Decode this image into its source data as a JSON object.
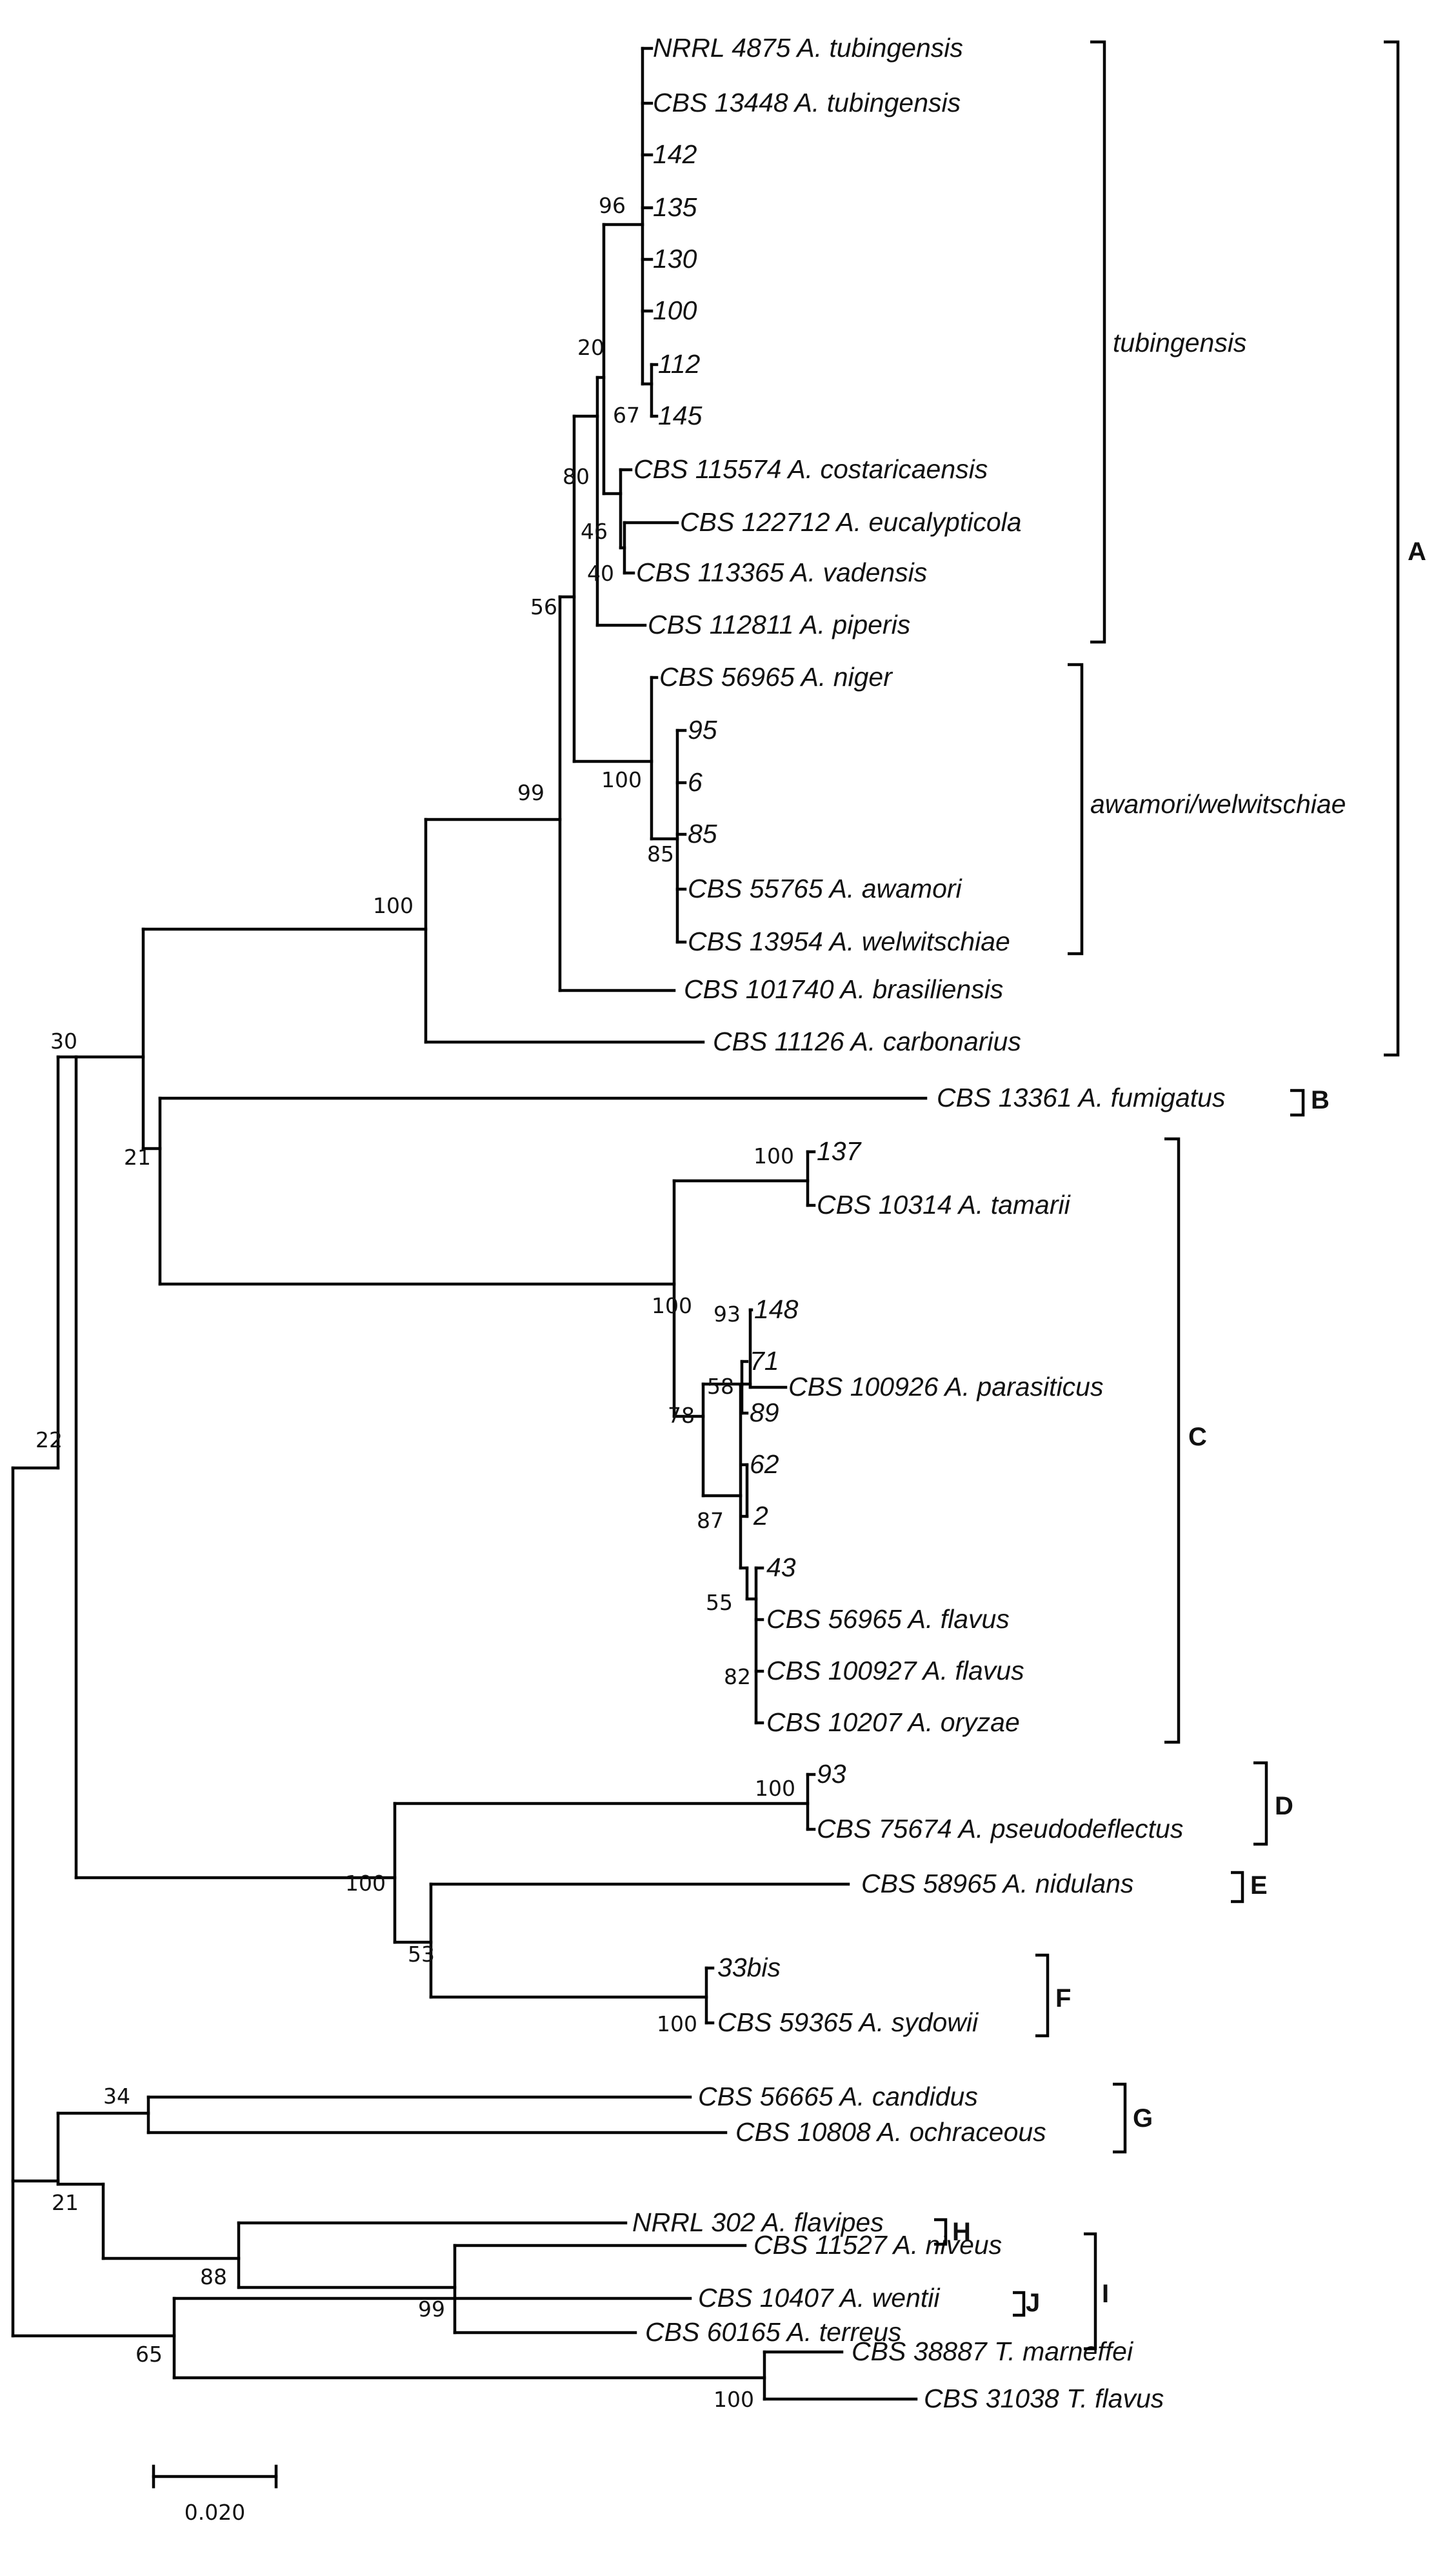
{
  "leaves": [
    "NRRL 4875 A. tubingensis",
    "CBS 13448 A. tubingensis",
    "142",
    "135",
    "130",
    "100",
    "112",
    "145",
    "CBS 115574 A. costaricaensis",
    "CBS 122712 A. eucalypticola",
    "CBS 113365 A. vadensis",
    "CBS 112811 A. piperis",
    "CBS 56965 A. niger",
    "95",
    "6",
    "85",
    "CBS 55765 A. awamori",
    "CBS 13954 A. welwitschiae",
    "CBS 101740 A. brasiliensis",
    "CBS 11126 A. carbonarius",
    "CBS 13361 A. fumigatus",
    "137",
    "CBS 10314 A. tamarii",
    "148",
    "CBS 100926 A. parasiticus",
    "71",
    "89",
    "62",
    "2",
    "43",
    "CBS 56965 A. flavus",
    "CBS 100927 A. flavus",
    "CBS 10207 A. oryzae",
    "93",
    "CBS 75674 A. pseudodeflectus",
    "CBS 58965 A. nidulans",
    "33bis",
    "CBS 59365 A. sydowii",
    "CBS 56665 A. candidus",
    "CBS 10808 A. ochraceous",
    "NRRL 302 A. flavipes",
    "CBS 11527 A. niveus",
    "CBS 60165 A. terreus",
    "CBS 10407 A. wentii",
    "CBS 38887 T. marneffei",
    "CBS 31038 T. flavus"
  ],
  "bootstrap": [
    "96",
    "20",
    "67",
    "80",
    "46",
    "40",
    "56",
    "99",
    "100",
    "85",
    "100",
    "30",
    "21",
    "100",
    "93",
    "58",
    "78",
    "87",
    "55",
    "82",
    "100",
    "22",
    "100",
    "100",
    "53",
    "100",
    "34",
    "21",
    "88",
    "99",
    "65",
    "100"
  ],
  "subclades": [
    "tubingensis",
    "awamori/welwitschiae"
  ],
  "groups": [
    "A",
    "B",
    "C",
    "D",
    "E",
    "F",
    "G",
    "H",
    "I",
    "J"
  ],
  "scale_bar": "0.020"
}
